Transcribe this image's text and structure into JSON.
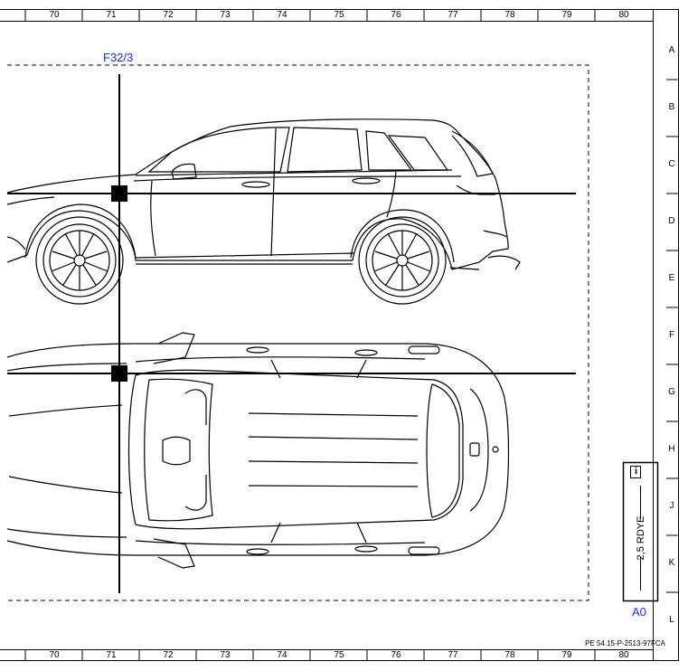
{
  "columns": [
    "70",
    "71",
    "72",
    "73",
    "74",
    "75",
    "76",
    "77",
    "78",
    "79",
    "80"
  ],
  "rows": [
    "A",
    "B",
    "C",
    "D",
    "E",
    "F",
    "G",
    "H",
    "J",
    "K",
    "L"
  ],
  "connector_label": "F32/3",
  "wire": {
    "info_icon": "i",
    "spec": "2,5 RDYE",
    "label": "A0"
  },
  "drawing_id": "PE 54.15-P-2513-97FCA",
  "colors": {
    "label_blue": "#1a2fd8",
    "line": "#000000"
  },
  "icons": [
    "info-icon"
  ]
}
